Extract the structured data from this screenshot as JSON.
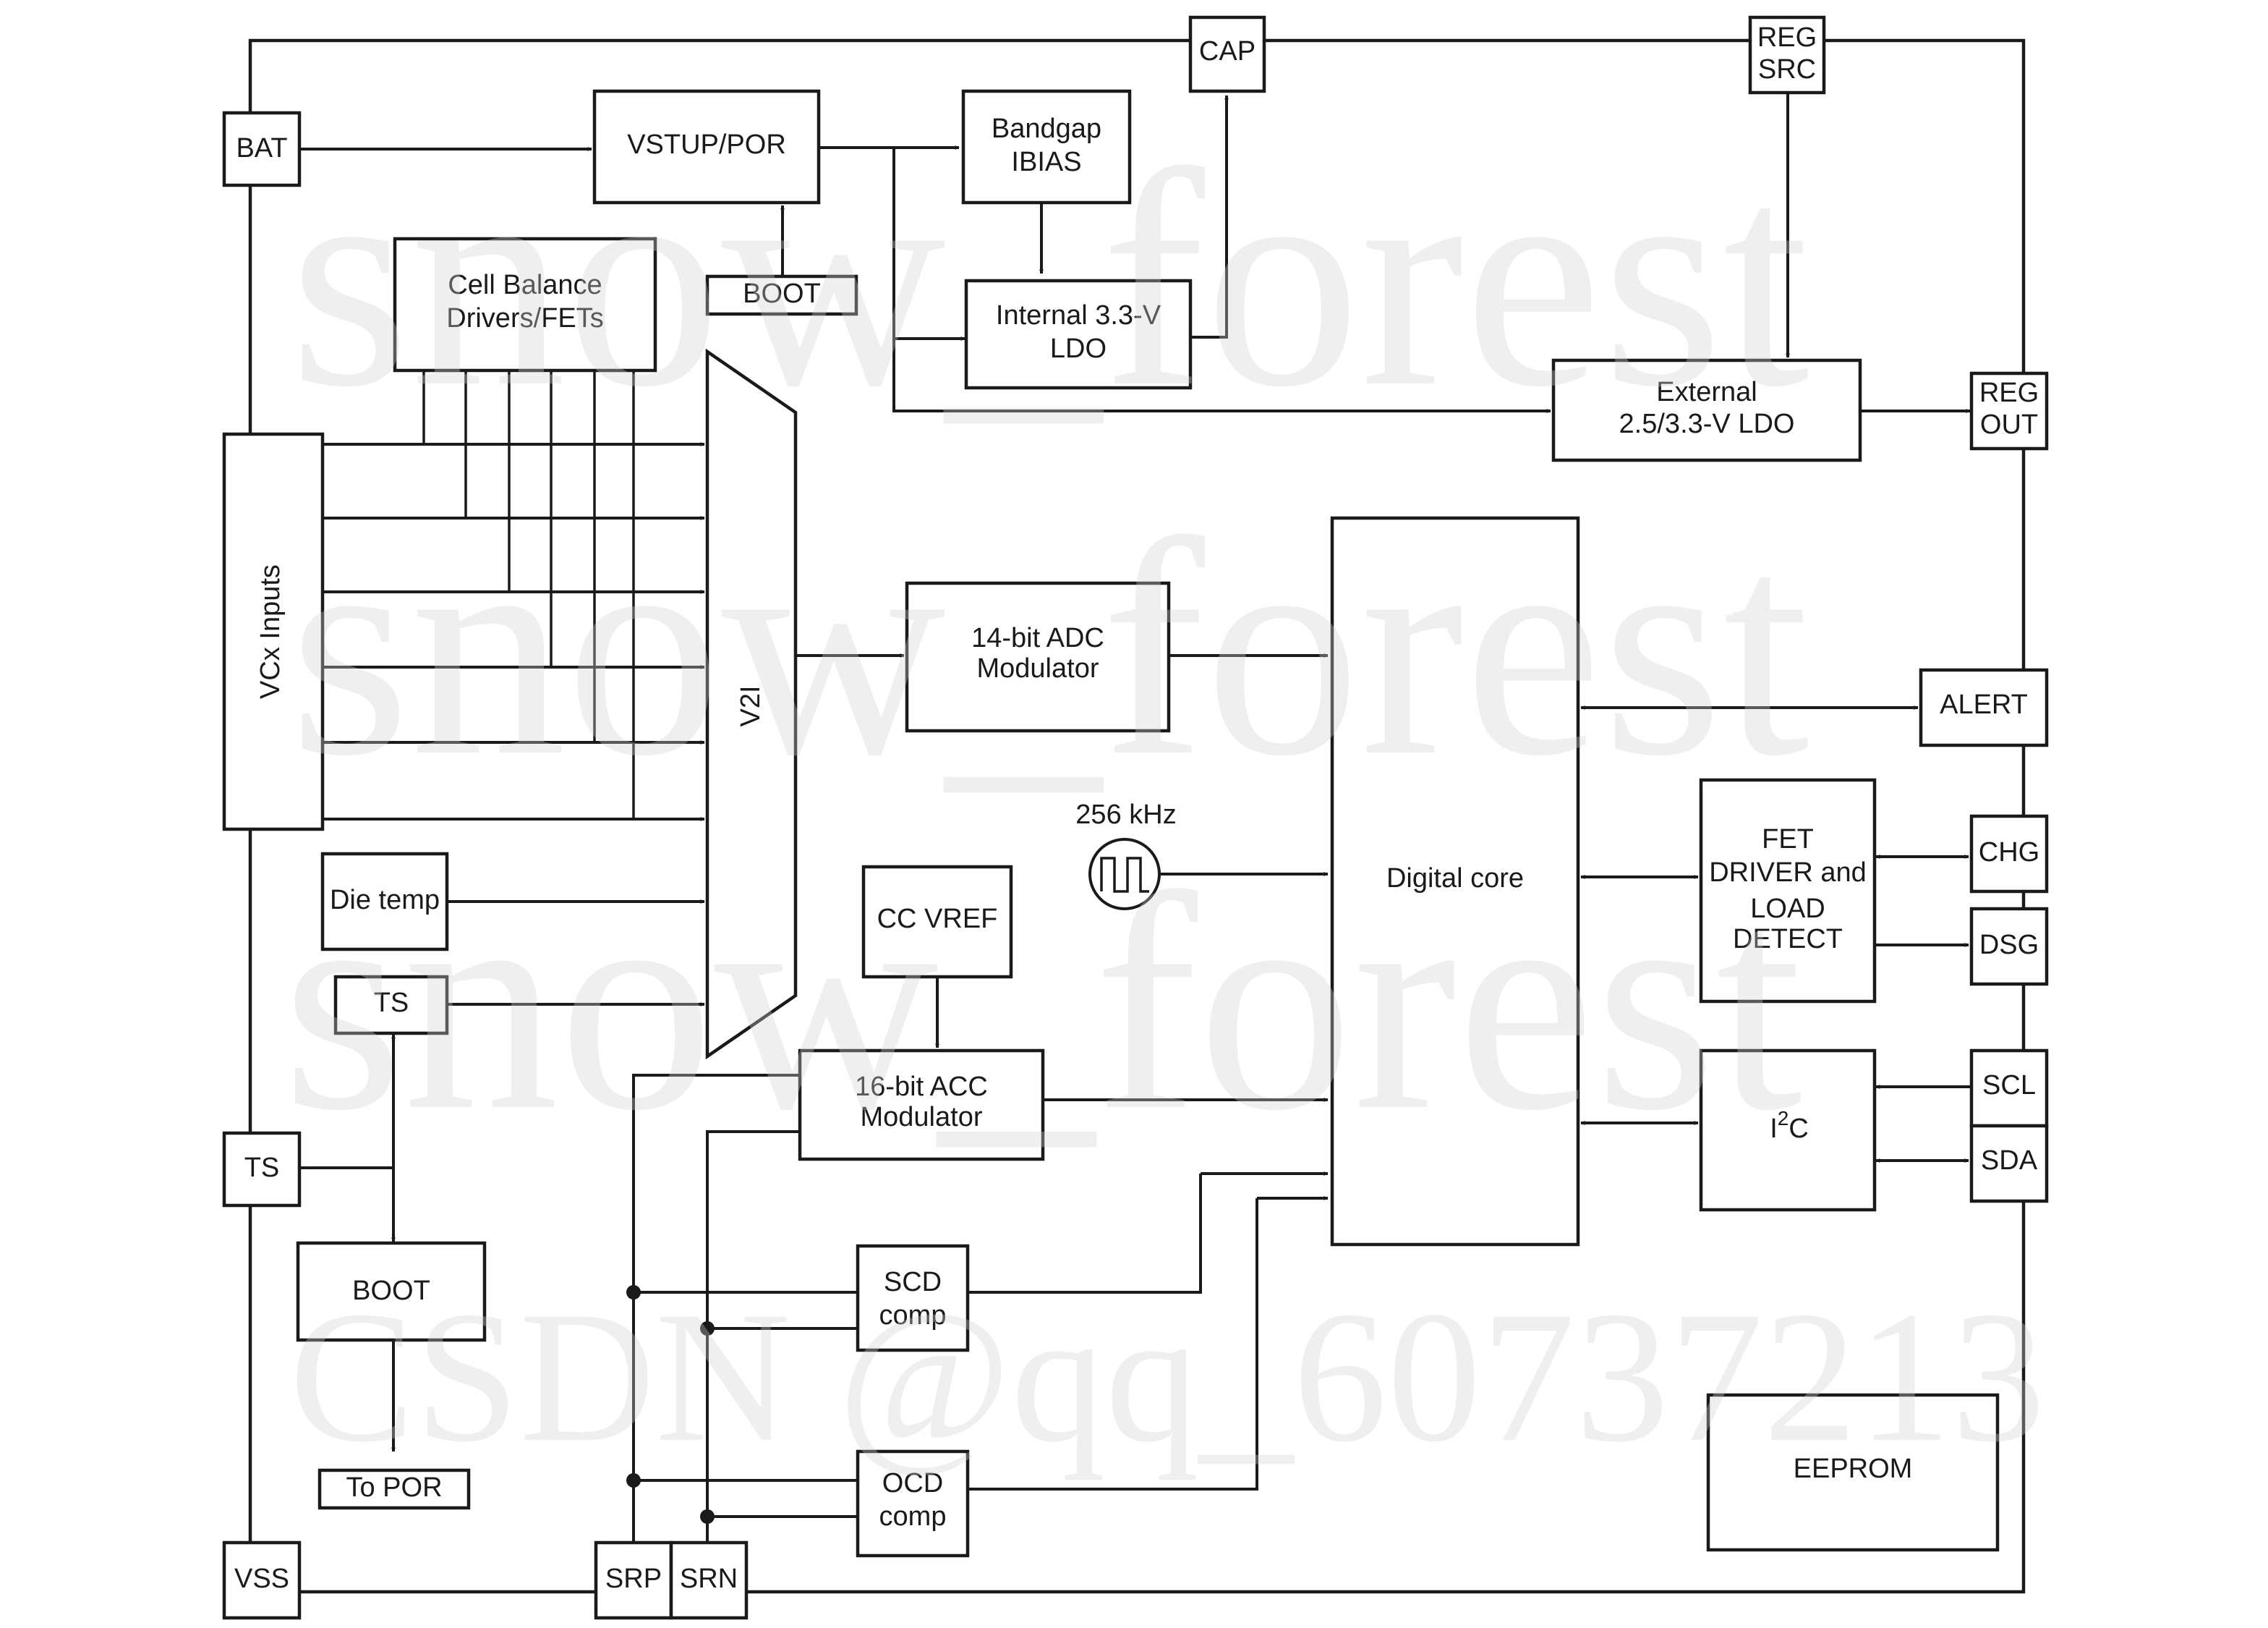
{
  "pins": {
    "bat": "BAT",
    "vcx": "VCx Inputs",
    "ts_left": "TS",
    "vss": "VSS",
    "srp": "SRP",
    "srn": "SRN",
    "cap": "CAP",
    "reg_src_1": "REG",
    "reg_src_2": "SRC",
    "reg_out_1": "REG",
    "reg_out_2": "OUT",
    "alert": "ALERT",
    "chg": "CHG",
    "dsg": "DSG",
    "scl": "SCL",
    "sda": "SDA"
  },
  "blocks": {
    "vstup": "VSTUP/POR",
    "bandgap_1": "Bandgap",
    "bandgap_2": "IBIAS",
    "ldo_int_1": "Internal 3.3-V",
    "ldo_int_2": "LDO",
    "boot_small": "BOOT",
    "cell_bal_1": "Cell Balance",
    "cell_bal_2": "Drivers/FETs",
    "ext_ldo_1": "External",
    "ext_ldo_2": "2.5/3.3-V LDO",
    "v2i": "V2I",
    "adc_1": "14-bit ADC",
    "adc_2": "Modulator",
    "digital": "Digital core",
    "clock": "256 kHz",
    "die_temp": "Die temp",
    "ts_inner": "TS",
    "cc_vref": "CC VREF",
    "acc_1": "16-bit ACC",
    "acc_2": "Modulator",
    "fet_1": "FET",
    "fet_2": "DRIVER and",
    "fet_3": "LOAD",
    "fet_4": "DETECT",
    "i2c_main": "I",
    "i2c_sup": "2",
    "i2c_end": "C",
    "boot_big": "BOOT",
    "to_por": "To POR",
    "scd_1": "SCD",
    "scd_2": "comp",
    "ocd_1": "OCD",
    "ocd_2": "comp",
    "eeprom": "EEPROM"
  },
  "watermark": {
    "line1": "snow_forest",
    "line2": "snow_forest",
    "line3": "snow_forest",
    "line4": "CSDN @qq_60737213"
  }
}
